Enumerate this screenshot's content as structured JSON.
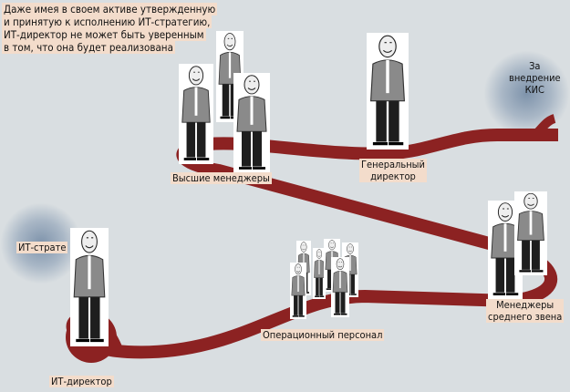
{
  "intro_lines": [
    "Даже имея в своем активе утвержденную",
    "и принятую к исполнению ИТ-стратегию,",
    "ИТ-директор не может быть уверенным",
    "в том, что она будет реализована"
  ],
  "labels": {
    "kis": [
      "За",
      "внедрение",
      "КИС"
    ],
    "general_director": [
      "Генеральный",
      "директор"
    ],
    "top_managers": "Высшие менеджеры",
    "it_strategy": "ИТ-страте",
    "middle_managers": [
      "Менеджеры",
      "среднего звена"
    ],
    "operational_staff": "Операционный персонал",
    "it_director": "ИТ-директор"
  },
  "colors": {
    "road": "#8c2222",
    "background": "#d9dee1",
    "label_bg": "#f3dccb"
  }
}
